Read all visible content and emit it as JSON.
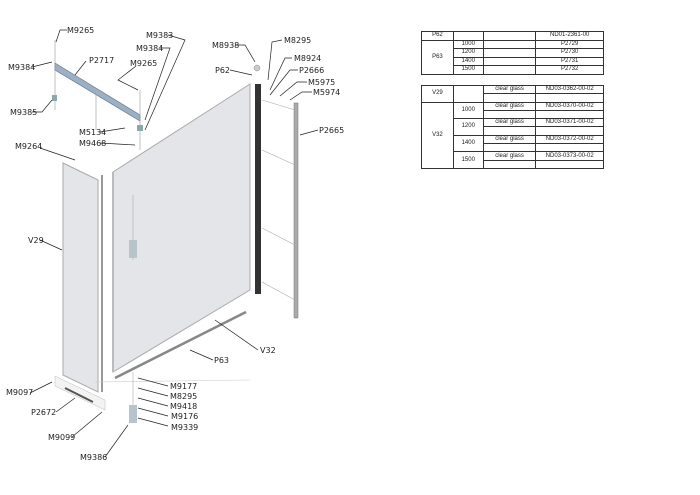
{
  "labels": {
    "m9265a": "M9265",
    "m9384a": "M9384",
    "p2717": "P2717",
    "m9385": "M9385",
    "m9383": "M9383",
    "m9384b": "M9384",
    "m9265b": "M9265",
    "m5134": "M5134",
    "m9468": "M9468",
    "m9264": "M9264",
    "m8938": "M8938",
    "m8295a": "M8295",
    "p62": "P62",
    "m8924": "M8924",
    "p2666": "P2666",
    "m5975": "M5975",
    "m5974": "M5974",
    "p2665": "P2665",
    "v29": "V29",
    "v32": "V32",
    "p63": "P63",
    "m9097": "M9097",
    "p2672": "P2672",
    "m9099": "M9099",
    "m9386": "M9386",
    "m9177": "M9177",
    "m8295b": "M8295",
    "m9418": "M9418",
    "m9176": "M9176",
    "m9339": "M9339"
  },
  "table1": {
    "p62": {
      "part": "P62",
      "code": "ND01-2361-00"
    },
    "p63": {
      "part": "P63",
      "rows": [
        {
          "size": "1000",
          "code": "P2729"
        },
        {
          "size": "1200",
          "code": "P2730"
        },
        {
          "size": "1400",
          "code": "P2731"
        },
        {
          "size": "1500",
          "code": "P2732"
        }
      ]
    }
  },
  "table2": {
    "v29": {
      "part": "V29",
      "glass": "clear glass",
      "code": "ND03-0362-00-02"
    },
    "v32": {
      "part": "V32",
      "rows": [
        {
          "size": "1000",
          "glass": "clear glass",
          "code": "ND03-0370-00-02"
        },
        {
          "size": "1200",
          "glass": "clear glass",
          "code": "ND03-0371-00-02"
        },
        {
          "size": "1400",
          "glass": "clear glass",
          "code": "ND03-0372-00-02"
        },
        {
          "size": "1500",
          "glass": "clear glass",
          "code": "ND03-0373-00-02"
        }
      ]
    }
  }
}
